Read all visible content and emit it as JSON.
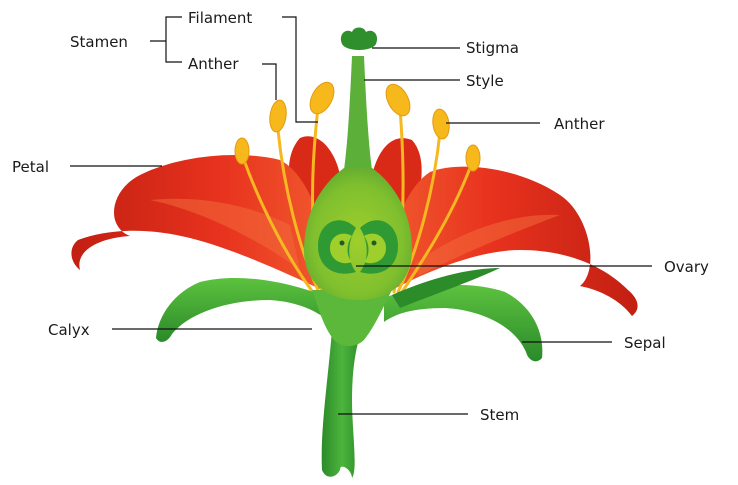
{
  "labels": {
    "stamen": "Stamen",
    "filament": "Filament",
    "anther_left": "Anther",
    "stigma": "Stigma",
    "style": "Style",
    "anther_right": "Anther",
    "petal": "Petal",
    "ovary": "Ovary",
    "calyx": "Calyx",
    "sepal": "Sepal",
    "stem": "Stem"
  },
  "colors": {
    "petal_red": "#e8321e",
    "petal_dark": "#b81f12",
    "petal_light": "#f26a3a",
    "green_dark": "#2c8c2a",
    "green_mid": "#4db33a",
    "green_light": "#a6d22a",
    "ovary_inner": "#2f9a34",
    "anther_yellow": "#f6b81a",
    "filament_yellow": "#f5b820",
    "leader_line": "#111111"
  }
}
